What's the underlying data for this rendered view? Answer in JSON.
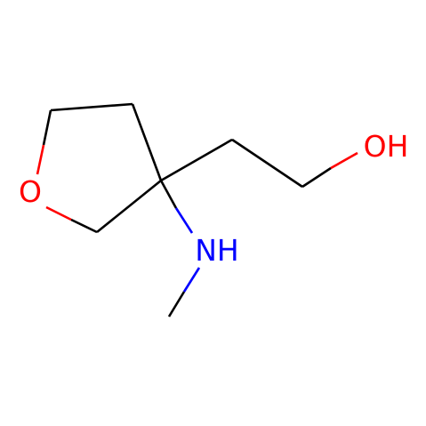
{
  "colors": {
    "background": "#ffffff",
    "carbon_bond": "#000000",
    "oxygen": "#ff0000",
    "nitrogen": "#0000ff"
  },
  "atoms": {
    "ring_oxygen": {
      "text": "O",
      "element": "O"
    },
    "hydroxyl": {
      "text": "OH",
      "element": "O"
    },
    "amine": {
      "text": "NH",
      "element": "N"
    }
  }
}
